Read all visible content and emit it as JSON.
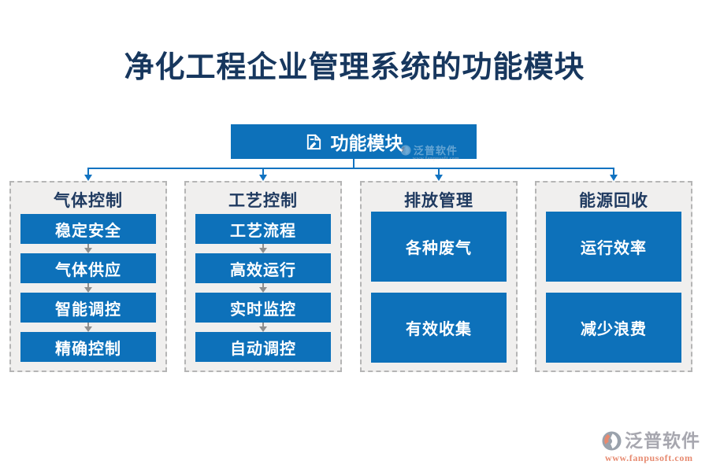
{
  "title": "净化工程企业管理系统的功能模块",
  "root": {
    "label": "功能模块",
    "icon": "edit-document-icon"
  },
  "columns": [
    {
      "title": "气体控制",
      "layout": "flow",
      "items": [
        "稳定安全",
        "气体供应",
        "智能调控",
        "精确控制"
      ]
    },
    {
      "title": "工艺控制",
      "layout": "flow",
      "items": [
        "工艺流程",
        "高效运行",
        "实时监控",
        "自动调控"
      ]
    },
    {
      "title": "排放管理",
      "layout": "stack",
      "items": [
        "各种废气",
        "有效收集"
      ]
    },
    {
      "title": "能源回收",
      "layout": "stack",
      "items": [
        "运行效率",
        "减少浪费"
      ]
    }
  ],
  "watermark": {
    "name": "泛普软件",
    "url": "www.fanpusoft.com"
  },
  "brand": {
    "name": "泛普软件",
    "url": "www.fanpusoft.com"
  },
  "colors": {
    "primary_blue": "#0d71ba",
    "connector_blue": "#1173c1",
    "title_text": "#17375e",
    "column_title_text": "#1f3a60",
    "panel_bg": "#f0efee",
    "dashed_border": "#b5b5b5",
    "flow_arrow_gray": "#8f8f8f",
    "brand_gray": "#a7a7af",
    "brand_orange": "#e78a70"
  }
}
